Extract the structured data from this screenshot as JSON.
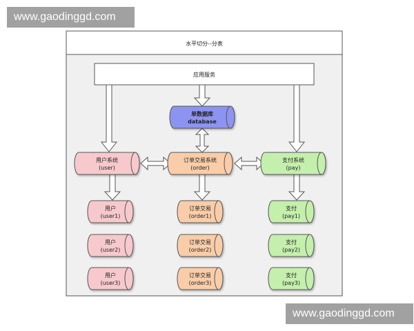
{
  "watermark": {
    "top": "www.gaodinggd.com",
    "bottom": "www.gaodinggd.com"
  },
  "diagram": {
    "title": "水平切分--分表",
    "app_service": "应用服务",
    "database": {
      "line1": "单数据库",
      "line2": "database"
    },
    "systems": {
      "user": {
        "line1": "用户系统",
        "line2": "(user)"
      },
      "order": {
        "line1": "订单交易系统",
        "line2": "(order)"
      },
      "pay": {
        "line1": "支付系统",
        "line2": "(pay)"
      }
    },
    "tables": {
      "user": [
        {
          "line1": "用户",
          "line2": "(user1)"
        },
        {
          "line1": "用户",
          "line2": "(user2)"
        },
        {
          "line1": "用户",
          "line2": "(user3)"
        }
      ],
      "order": [
        {
          "line1": "订单交易",
          "line2": "(order1)"
        },
        {
          "line1": "订单交易",
          "line2": "(order2)"
        },
        {
          "line1": "订单交易",
          "line2": "(order3)"
        }
      ],
      "pay": [
        {
          "line1": "支付",
          "line2": "(pay1)"
        },
        {
          "line1": "支付",
          "line2": "(pay2)"
        },
        {
          "line1": "支付",
          "line2": "(pay3)"
        }
      ]
    },
    "colors": {
      "frame_fill": "#f0f0f0",
      "db_fill": "#8d93f0",
      "user_fill": "#f7c9cc",
      "order_fill": "#f9cda9",
      "pay_fill": "#c5efac",
      "stroke": "#555555"
    }
  }
}
